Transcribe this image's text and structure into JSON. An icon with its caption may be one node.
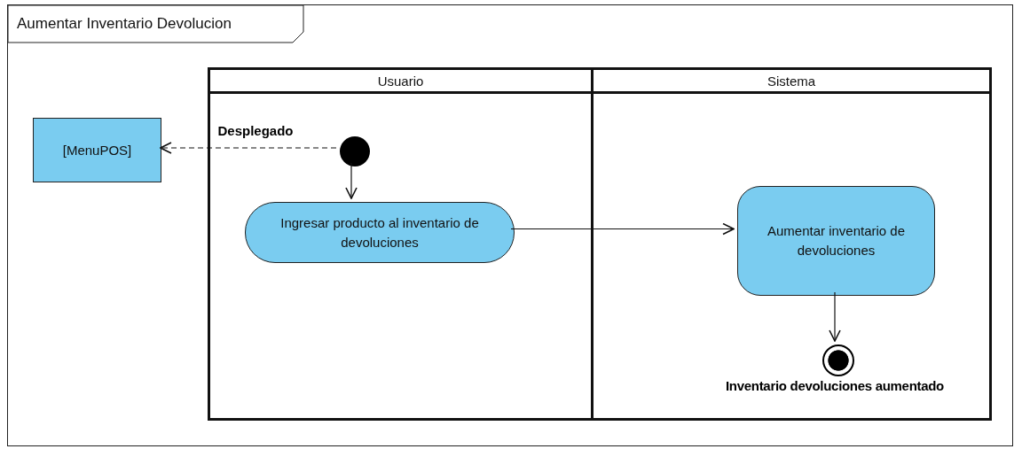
{
  "diagram": {
    "nodes": [
      {
        "text": [
          "Aumentar Inventario Devolucion"
        ]
      },
      {
        "text": [
          "Usuario"
        ],
        "in": 0
      },
      {
        "text": [
          "Sistema"
        ],
        "in": 0
      },
      {
        "text": [
          "[MenuPOS]"
        ],
        "in": 0
      },
      {
        "text": [],
        "shape": "circle",
        "in": 1
      },
      {
        "text": [
          "Ingresar producto al inventario de devoluciones"
        ],
        "in": 1
      },
      {
        "text": [
          "Aumentar inventario de devoluciones"
        ],
        "in": 2
      },
      {
        "text": [],
        "shape": "circle",
        "in": 2,
        "beside": [
          "Inventario devoluciones aumentado"
        ]
      }
    ],
    "edges": [
      {
        "from": 4,
        "to": 3,
        "arrow": "to",
        "style": "dashed",
        "label": "Desplegado"
      },
      {
        "from": 4,
        "to": 5,
        "arrow": "to"
      },
      {
        "from": 5,
        "to": 6,
        "arrow": "to"
      },
      {
        "from": 6,
        "to": 7,
        "arrow": "to"
      }
    ]
  }
}
